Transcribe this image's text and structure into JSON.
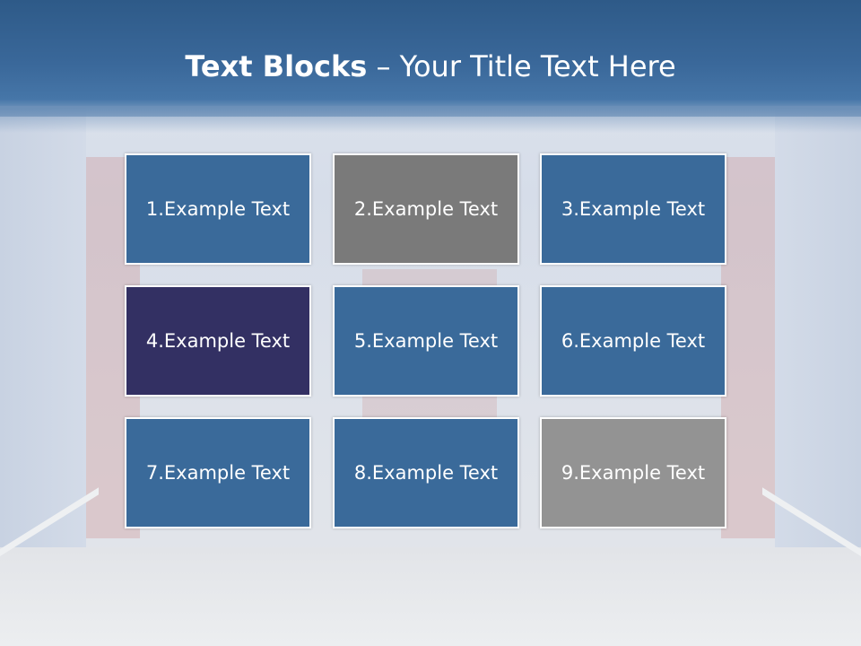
{
  "title": {
    "bold": "Text Blocks",
    "dash": " – ",
    "rest": "Your Title Text Here"
  },
  "blocks": [
    {
      "label": "1.Example Text",
      "color": "#3a6a9a"
    },
    {
      "label": "2.Example Text",
      "color": "#7a7a7a"
    },
    {
      "label": "3.Example Text",
      "color": "#3a6a9a"
    },
    {
      "label": "4.Example Text",
      "color": "#333063"
    },
    {
      "label": "5.Example Text",
      "color": "#3a6a9a"
    },
    {
      "label": "6.Example Text",
      "color": "#3a6a9a"
    },
    {
      "label": "7.Example Text",
      "color": "#3a6a9a"
    },
    {
      "label": "8.Example Text",
      "color": "#3a6a9a"
    },
    {
      "label": "9.Example Text",
      "color": "#939393"
    }
  ]
}
